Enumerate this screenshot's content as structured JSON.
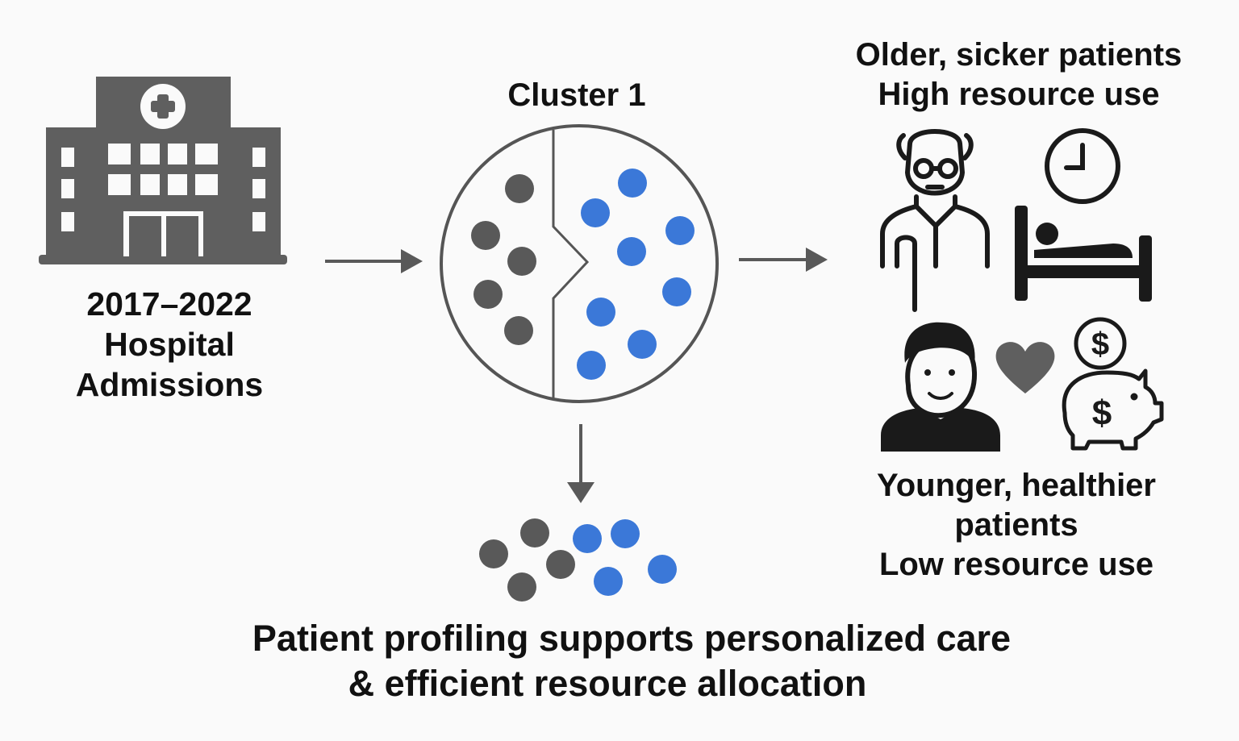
{
  "source": {
    "lines": [
      "2017–2022",
      "Hospital",
      "Admissions"
    ],
    "icon": "hospital-icon"
  },
  "cluster": {
    "title": "Cluster 1",
    "colors": {
      "group_a": "#595959",
      "group_b": "#3b78d8"
    }
  },
  "profile_high": {
    "lines": [
      "Older, sicker patients",
      "High resource use"
    ],
    "icons": [
      "elderly-patient-icon",
      "clock-icon",
      "hospital-bed-icon"
    ]
  },
  "profile_low": {
    "lines": [
      "Younger, healthier",
      "patients",
      "Low resource use"
    ],
    "icons": [
      "young-patient-icon",
      "heart-icon",
      "piggy-bank-icon"
    ]
  },
  "conclusion": {
    "lines": [
      "Patient profiling supports personalized care",
      "& efficient resource allocation"
    ]
  },
  "colors": {
    "icon_gray": "#5f5f5f",
    "icon_dark": "#1a1a1a",
    "arrow": "#595959",
    "blue_dot": "#3b78d8",
    "gray_dot": "#595959"
  }
}
